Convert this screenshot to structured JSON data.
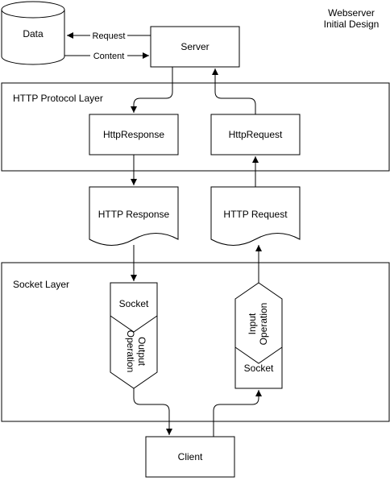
{
  "title": {
    "line1": "Webserver",
    "line2": "Initial Design"
  },
  "nodes": {
    "data": "Data",
    "server": "Server",
    "http_response_class": "HttpResponse",
    "http_request_class": "HttpRequest",
    "http_response_doc": "HTTP Response",
    "http_request_doc": "HTTP Request",
    "client": "Client"
  },
  "layers": {
    "http": "HTTP Protocol Layer",
    "socket": "Socket Layer"
  },
  "edges": {
    "request": "Request",
    "content": "Content"
  },
  "socket_left": {
    "socket": "Socket",
    "op1": "Output",
    "op2": "Operation"
  },
  "socket_right": {
    "socket": "Socket",
    "op1": "Input",
    "op2": "Operation"
  }
}
